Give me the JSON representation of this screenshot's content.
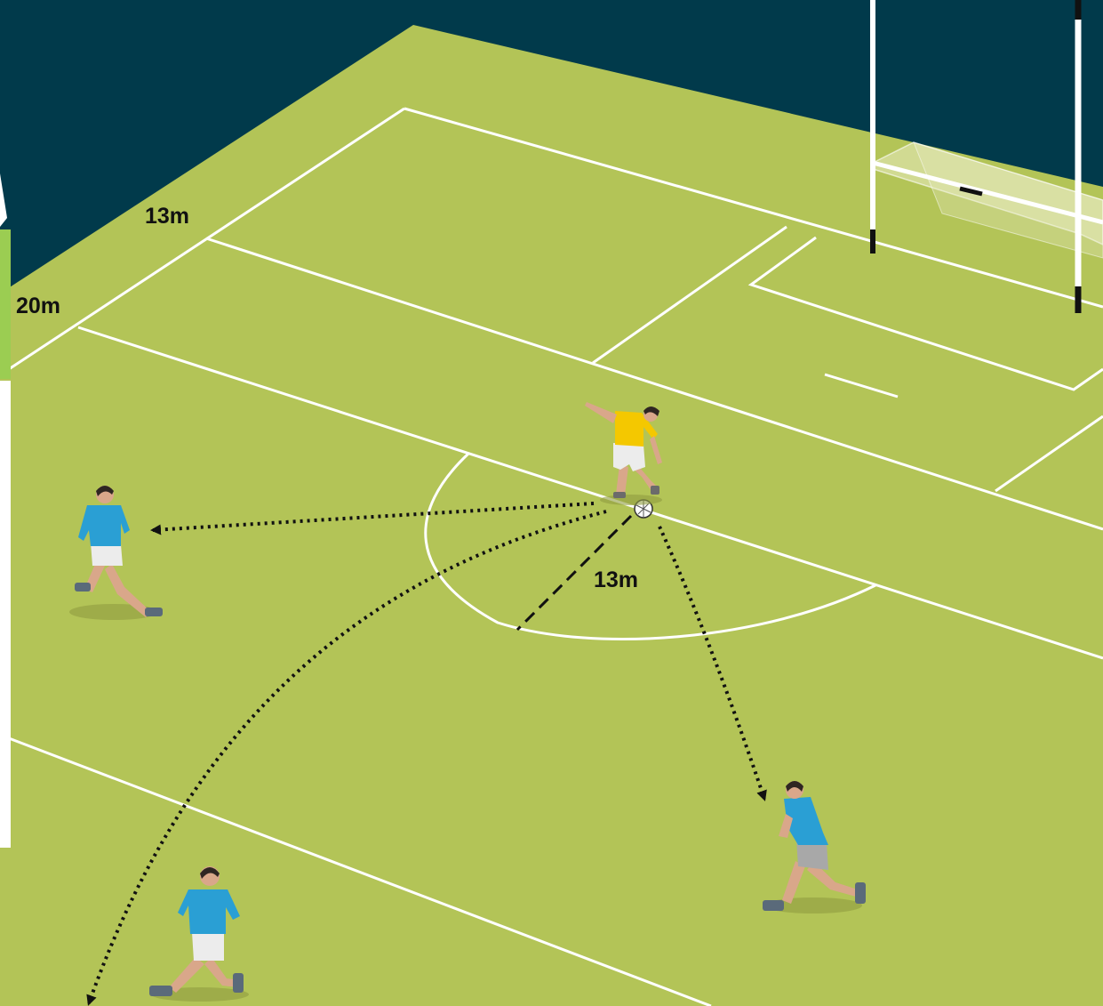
{
  "labels": {
    "distance_top": "13m",
    "distance_side": "20m",
    "distance_arc": "13m"
  },
  "colors": {
    "background": "#013a4b",
    "pitch": "#b3c457",
    "lines": "#ffffff",
    "attacker_jersey": "#f4c800",
    "teammate_jersey": "#2a9fd4",
    "shorts": "#ececec",
    "skin": "#d9a78a",
    "hair": "#2f2622",
    "arrow": "#111111",
    "side_marker": "#9bcd52"
  },
  "players": [
    {
      "role": "kicker",
      "jersey": "yellow"
    },
    {
      "role": "teammate-left",
      "jersey": "blue"
    },
    {
      "role": "teammate-right",
      "jersey": "blue"
    },
    {
      "role": "teammate-bottom",
      "jersey": "blue"
    }
  ],
  "passes": [
    {
      "from": "kicker",
      "to": "teammate-left",
      "style": "dotted"
    },
    {
      "from": "kicker",
      "to": "teammate-right",
      "style": "dotted"
    },
    {
      "from": "kicker",
      "to": "bottom-left-space",
      "style": "dotted-curve"
    }
  ],
  "icons": [
    "football-icon",
    "goalposts-icon",
    "goal-net-icon"
  ]
}
